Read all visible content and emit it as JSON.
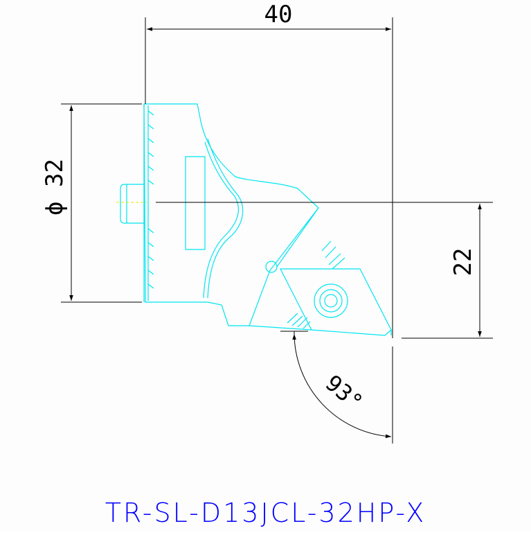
{
  "drawing": {
    "part_code": "TR-SL-D13JCL-32HP-X",
    "dimensions": {
      "length": "40",
      "diameter": "ϕ 32",
      "offset": "22",
      "angle": "93°"
    },
    "colors": {
      "outline": "#00ffff",
      "dimension": "#000000",
      "centerline": "#ffff00",
      "label": "#0000ff"
    }
  }
}
